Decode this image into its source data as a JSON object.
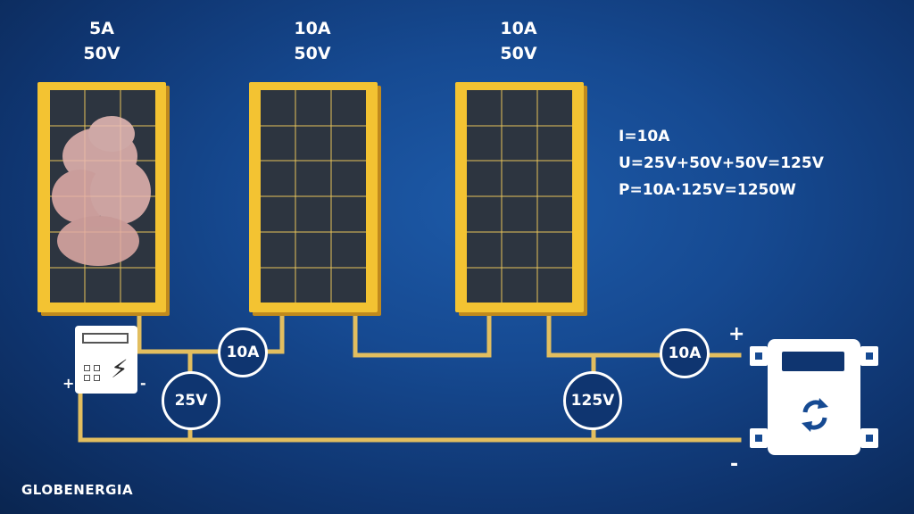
{
  "panels": [
    {
      "current": "5A",
      "voltage": "50V",
      "shaded": true
    },
    {
      "current": "10A",
      "voltage": "50V",
      "shaded": false
    },
    {
      "current": "10A",
      "voltage": "50V",
      "shaded": false
    }
  ],
  "formula": {
    "current": "I=10A",
    "voltage": "U=25V+50V+50V=125V",
    "power": "P=10A·125V=1250W"
  },
  "badges": {
    "current_1": "10A",
    "voltage_1": "25V",
    "voltage_2": "125V",
    "current_2": "10A"
  },
  "terminals": {
    "plus": "+",
    "minus": "-"
  },
  "logo": "GLOBENERGIA",
  "colors": {
    "background": "#164a92",
    "wire": "#e2be5f",
    "panel_frame": "#f3c332",
    "panel_cell": "#2d3540",
    "cloud": "#e8b7b3"
  },
  "icons": {
    "bypass_diode_box": "bypass-diode-icon",
    "charge_controller": "charge-controller-icon",
    "refresh": "refresh-icon"
  }
}
